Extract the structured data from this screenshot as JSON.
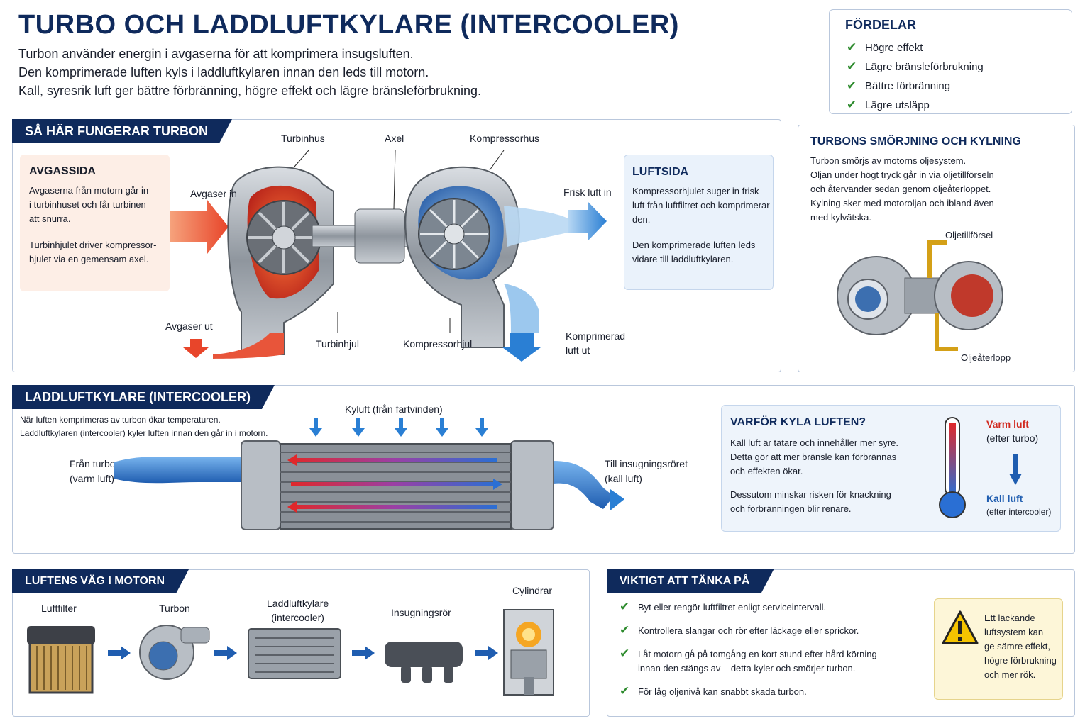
{
  "title": "TURBO OCH LADDLUFTKYLARE (INTERCOOLER)",
  "intro": [
    "Turbon använder energin i avgaserna för att komprimera insugsluften.",
    "Den komprimerade luften kyls i laddluftkylaren innan den leds till motorn.",
    "Kall, syresrik luft ger bättre förbränning, högre effekt och lägre bränsleförbrukning."
  ],
  "advantages": {
    "heading": "FÖRDELAR",
    "items": [
      "Högre effekt",
      "Lägre bränsleförbrukning",
      "Bättre förbränning",
      "Lägre utsläpp"
    ]
  },
  "turbo_section": {
    "heading": "SÅ HÄR FUNGERAR TURBON",
    "exhaust_side": {
      "heading": "AVGASSIDA",
      "lines1": [
        "Avgaserna från motorn går in",
        "i turbinhuset och får turbinen",
        "att snurra."
      ],
      "lines2": [
        "Turbinhjulet driver kompressor-",
        "hjulet via en gemensam axel."
      ]
    },
    "air_side": {
      "heading": "LUFTSIDA",
      "lines1": [
        "Kompressorhjulet suger in frisk",
        "luft från luftfiltret och komprimerar",
        "den."
      ],
      "lines2": [
        "Den komprimerade luften leds",
        "vidare till laddluftkylaren."
      ]
    },
    "labels": {
      "turbine_housing": "Turbinhus",
      "shaft": "Axel",
      "compressor_housing": "Kompressorhus",
      "exhaust_in": "Avgaser in",
      "exhaust_out": "Avgaser ut",
      "turbine_wheel": "Turbinhjul",
      "compressor_wheel": "Kompressorhjul",
      "fresh_air_in": "Frisk luft in",
      "compressed_air_out_1": "Komprimerad",
      "compressed_air_out_2": "luft ut"
    }
  },
  "lubrication": {
    "heading": "TURBONS SMÖRJNING OCH KYLNING",
    "lines": [
      "Turbon smörjs av motorns oljesystem.",
      "Oljan under högt tryck går in via oljetillförseln",
      "och återvänder sedan genom oljeåterloppet.",
      "Kylning sker med motoroljan och ibland även",
      "med kylvätska."
    ],
    "oil_supply": "Oljetillförsel",
    "oil_return": "Oljeåterlopp"
  },
  "intercooler": {
    "heading": "LADDLUFTKYLARE (INTERCOOLER)",
    "lines": [
      "När luften komprimeras av turbon ökar temperaturen.",
      "Laddluftkylaren (intercooler) kyler luften innan den går in i motorn."
    ],
    "cooling_air": "Kyluft (från fartvinden)",
    "from_turbo_1": "Från turbon",
    "from_turbo_2": "(varm luft)",
    "to_intake_1": "Till insugningsröret",
    "to_intake_2": "(kall luft)"
  },
  "why_cool": {
    "heading": "VARFÖR KYLA LUFTEN?",
    "lines1": [
      "Kall luft är tätare och innehåller mer syre.",
      "Detta gör att mer bränsle kan förbrännas",
      "och effekten ökar."
    ],
    "lines2": [
      "Dessutom minskar risken för knackning",
      "och förbränningen blir renare."
    ],
    "warm_air": "Varm luft",
    "after_turbo": "(efter turbo)",
    "cold_air": "Kall luft",
    "after_intercooler": "(efter intercooler)"
  },
  "air_path": {
    "heading": "LUFTENS VÄG I MOTORN",
    "steps": [
      "Luftfilter",
      "Turbon",
      "Laddluftkylare",
      "(intercooler)",
      "Insugningsrör",
      "Cylindrar"
    ]
  },
  "important": {
    "heading": "VIKTIGT ATT TÄNKA PÅ",
    "items": [
      "Byt eller rengör luftfiltret enligt serviceintervall.",
      "Kontrollera slangar och rör efter läckage eller sprickor.",
      "Låt motorn gå på tomgång en kort stund efter hård körning",
      "innan den stängs av – detta kyler och smörjer turbon.",
      "För låg oljenivå kan snabbt skada turbon."
    ],
    "warning": [
      "Ett läckande",
      "luftsystem kan",
      "ge sämre effekt,",
      "högre förbrukning",
      "och mer rök."
    ]
  },
  "colors": {
    "navy": "#0f2a5c",
    "hot": "#e8452a",
    "cold": "#2a7fd4",
    "check": "#2e8b2e"
  }
}
